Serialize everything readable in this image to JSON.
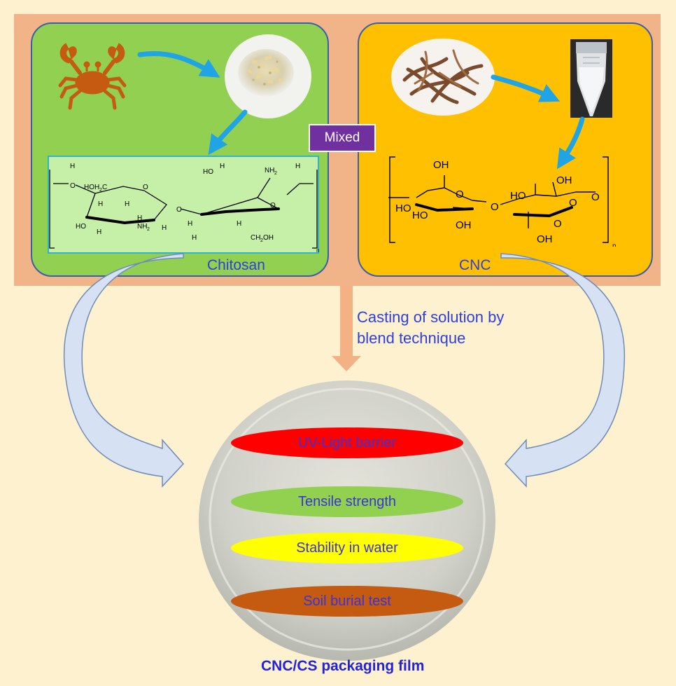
{
  "labels": {
    "chitosan": "Chitosan",
    "cnc": "CNC",
    "mixed": "Mixed",
    "casting_line1": "Casting of solution by",
    "casting_line2": "blend technique",
    "film": "CNC/CS packaging film"
  },
  "properties": [
    {
      "label": "UV-Light barrier",
      "color": "#ff0000"
    },
    {
      "label": "Tensile strength",
      "color": "#92d050"
    },
    {
      "label": "Stability in water",
      "color": "#ffff00"
    },
    {
      "label": "Soil burial test",
      "color": "#c55a11"
    }
  ],
  "chitosan_structure": {
    "atoms": [
      "H",
      "O",
      "HOH₂C",
      "O",
      "H",
      "H",
      "H",
      "HO",
      "H",
      "NH₂",
      "H",
      "O",
      "HO",
      "H",
      "NH₂",
      "H",
      "O",
      "H",
      "H",
      "CH₂OH",
      "H",
      "n"
    ]
  },
  "cnc_structure": {
    "atoms": [
      "OH",
      "O",
      "HO",
      "O",
      "OH",
      "HO",
      "OH",
      "O",
      "O",
      "OH",
      "OH",
      "n"
    ]
  },
  "colors": {
    "background": "#fdf1cf",
    "outer_box": "#f1b488",
    "chitosan_panel": "#91d050",
    "cnc_panel": "#fec000",
    "mixed_box": "#7030a0",
    "arrow_blue": "#1fa4e6",
    "curved_arrow": "#d6e2f3",
    "casting_arrow": "#f4b183"
  },
  "icons": [
    "crab-icon",
    "chitosan-flakes-photo",
    "plant-roots-photo",
    "cnc-vial-photo",
    "film-disc-photo"
  ]
}
